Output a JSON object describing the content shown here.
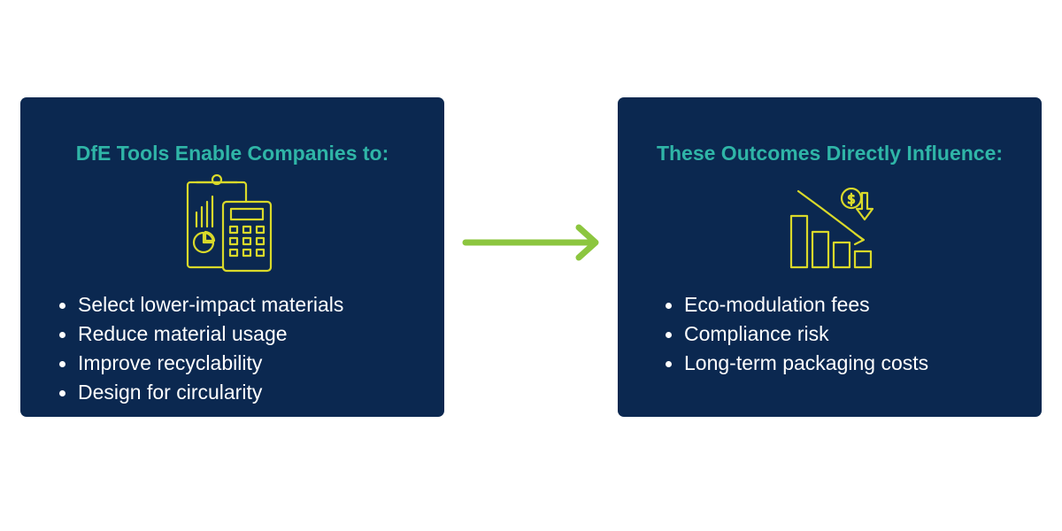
{
  "colors": {
    "card_bg": "#0b2850",
    "title": "#2fb5a7",
    "icon_stroke": "#d9d92a",
    "arrow": "#8cc63f",
    "bullet_text": "#ffffff"
  },
  "left_card": {
    "title": "DfE Tools Enable Companies to:",
    "icon": "clipboard-calculator-icon",
    "items": [
      "Select lower-impact materials",
      "Reduce material usage",
      "Improve recyclability",
      "Design for circularity"
    ]
  },
  "connector": {
    "icon": "right-arrow-icon"
  },
  "right_card": {
    "title": "These Outcomes Directly Influence:",
    "icon": "declining-cost-chart-icon",
    "items": [
      "Eco-modulation fees",
      "Compliance risk",
      "Long-term packaging costs"
    ]
  }
}
